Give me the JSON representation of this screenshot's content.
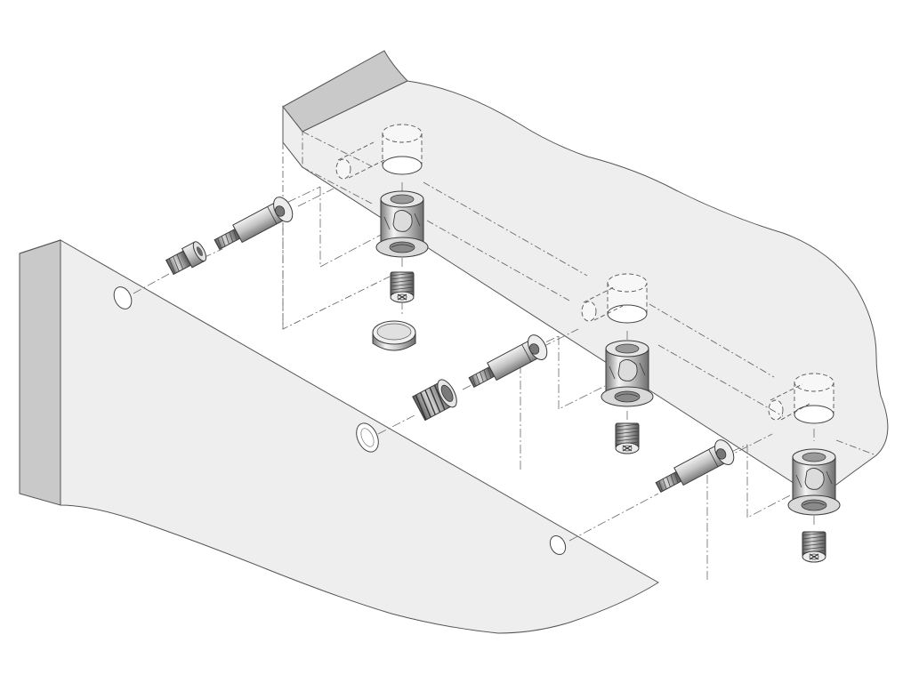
{
  "diagram": {
    "type": "exploded-assembly-illustration",
    "text_labels": []
  },
  "colors": {
    "background": "#ffffff",
    "panel_face": "#eeeeee",
    "panel_edge": "#c9c9c9",
    "outline": "#555555",
    "metal_light": "#f2f2f2",
    "metal_dark": "#8c8c8c"
  },
  "parts": {
    "upper_panel": "panel-with-cam-housings",
    "lower_panel": "panel-with-bolt-holes",
    "fittings_per_joint": [
      "connecting-bolt",
      "cam-housing",
      "set-screw"
    ],
    "joint_count": 3,
    "loose_parts": [
      "threaded-insert",
      "threaded-insert",
      "cover-cap"
    ]
  }
}
